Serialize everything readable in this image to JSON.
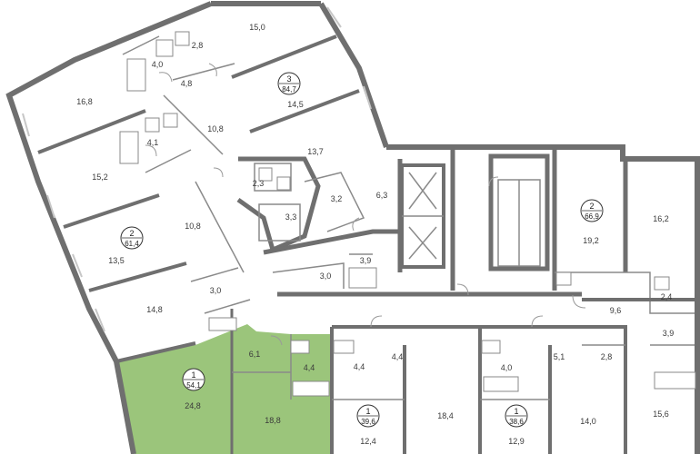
{
  "colors": {
    "highlight": "#9bc57b",
    "wall": "#6f6f6f",
    "window": "#c7c7c7"
  },
  "apartments": [
    {
      "id": "apt-3",
      "rooms": "3",
      "area": "84,7"
    },
    {
      "id": "apt-2a",
      "rooms": "2",
      "area": "61,4"
    },
    {
      "id": "apt-1a",
      "rooms": "1",
      "area": "54,1",
      "highlighted": true
    },
    {
      "id": "apt-1b",
      "rooms": "1",
      "area": "39,6"
    },
    {
      "id": "apt-1c",
      "rooms": "1",
      "area": "38,6"
    },
    {
      "id": "apt-2b",
      "rooms": "2",
      "area": "66,9"
    }
  ],
  "rooms": [
    "15,0",
    "2,8",
    "4,0",
    "4,8",
    "16,8",
    "14,5",
    "10,8",
    "4,1",
    "13,7",
    "15,2",
    "2,3",
    "3,2",
    "6,3",
    "3,3",
    "10,8",
    "13,5",
    "3,0",
    "3,9",
    "14,8",
    "3,0",
    "19,2",
    "16,2",
    "2,4",
    "9,6",
    "3,9",
    "6,1",
    "4,4",
    "4,4",
    "4,4",
    "5,1",
    "2,8",
    "4,0",
    "24,8",
    "18,8",
    "18,4",
    "12,4",
    "12,9",
    "14,0",
    "15,6"
  ]
}
